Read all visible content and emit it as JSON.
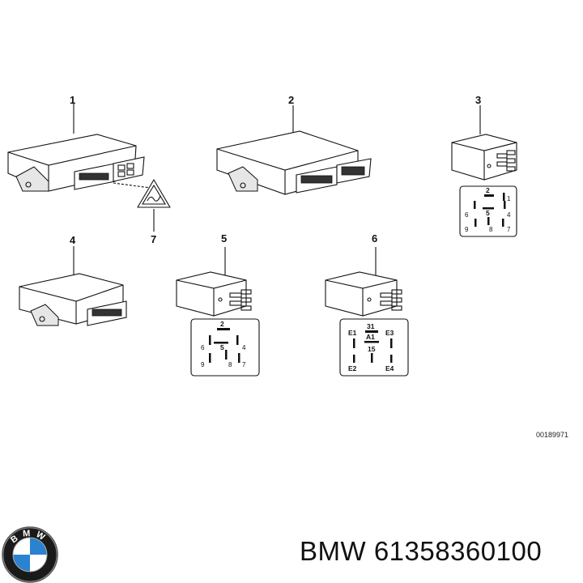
{
  "callouts": {
    "c1": "1",
    "c2": "2",
    "c3": "3",
    "c4": "4",
    "c5": "5",
    "c6": "6",
    "c7": "7"
  },
  "relay_a": {
    "pins": [
      "2",
      "1",
      "6",
      "5",
      "4",
      "9",
      "8",
      "7"
    ]
  },
  "relay_b": {
    "pins": [
      "2",
      "6",
      "5",
      "4",
      "9",
      "8",
      "7"
    ]
  },
  "relay_c": {
    "pins": [
      "31",
      "E1",
      "A1",
      "E3",
      "15",
      "E2",
      "E4"
    ]
  },
  "diagram_id": "00189971",
  "logo_text": "BMW",
  "brand_caption": "BMW 61358360100"
}
